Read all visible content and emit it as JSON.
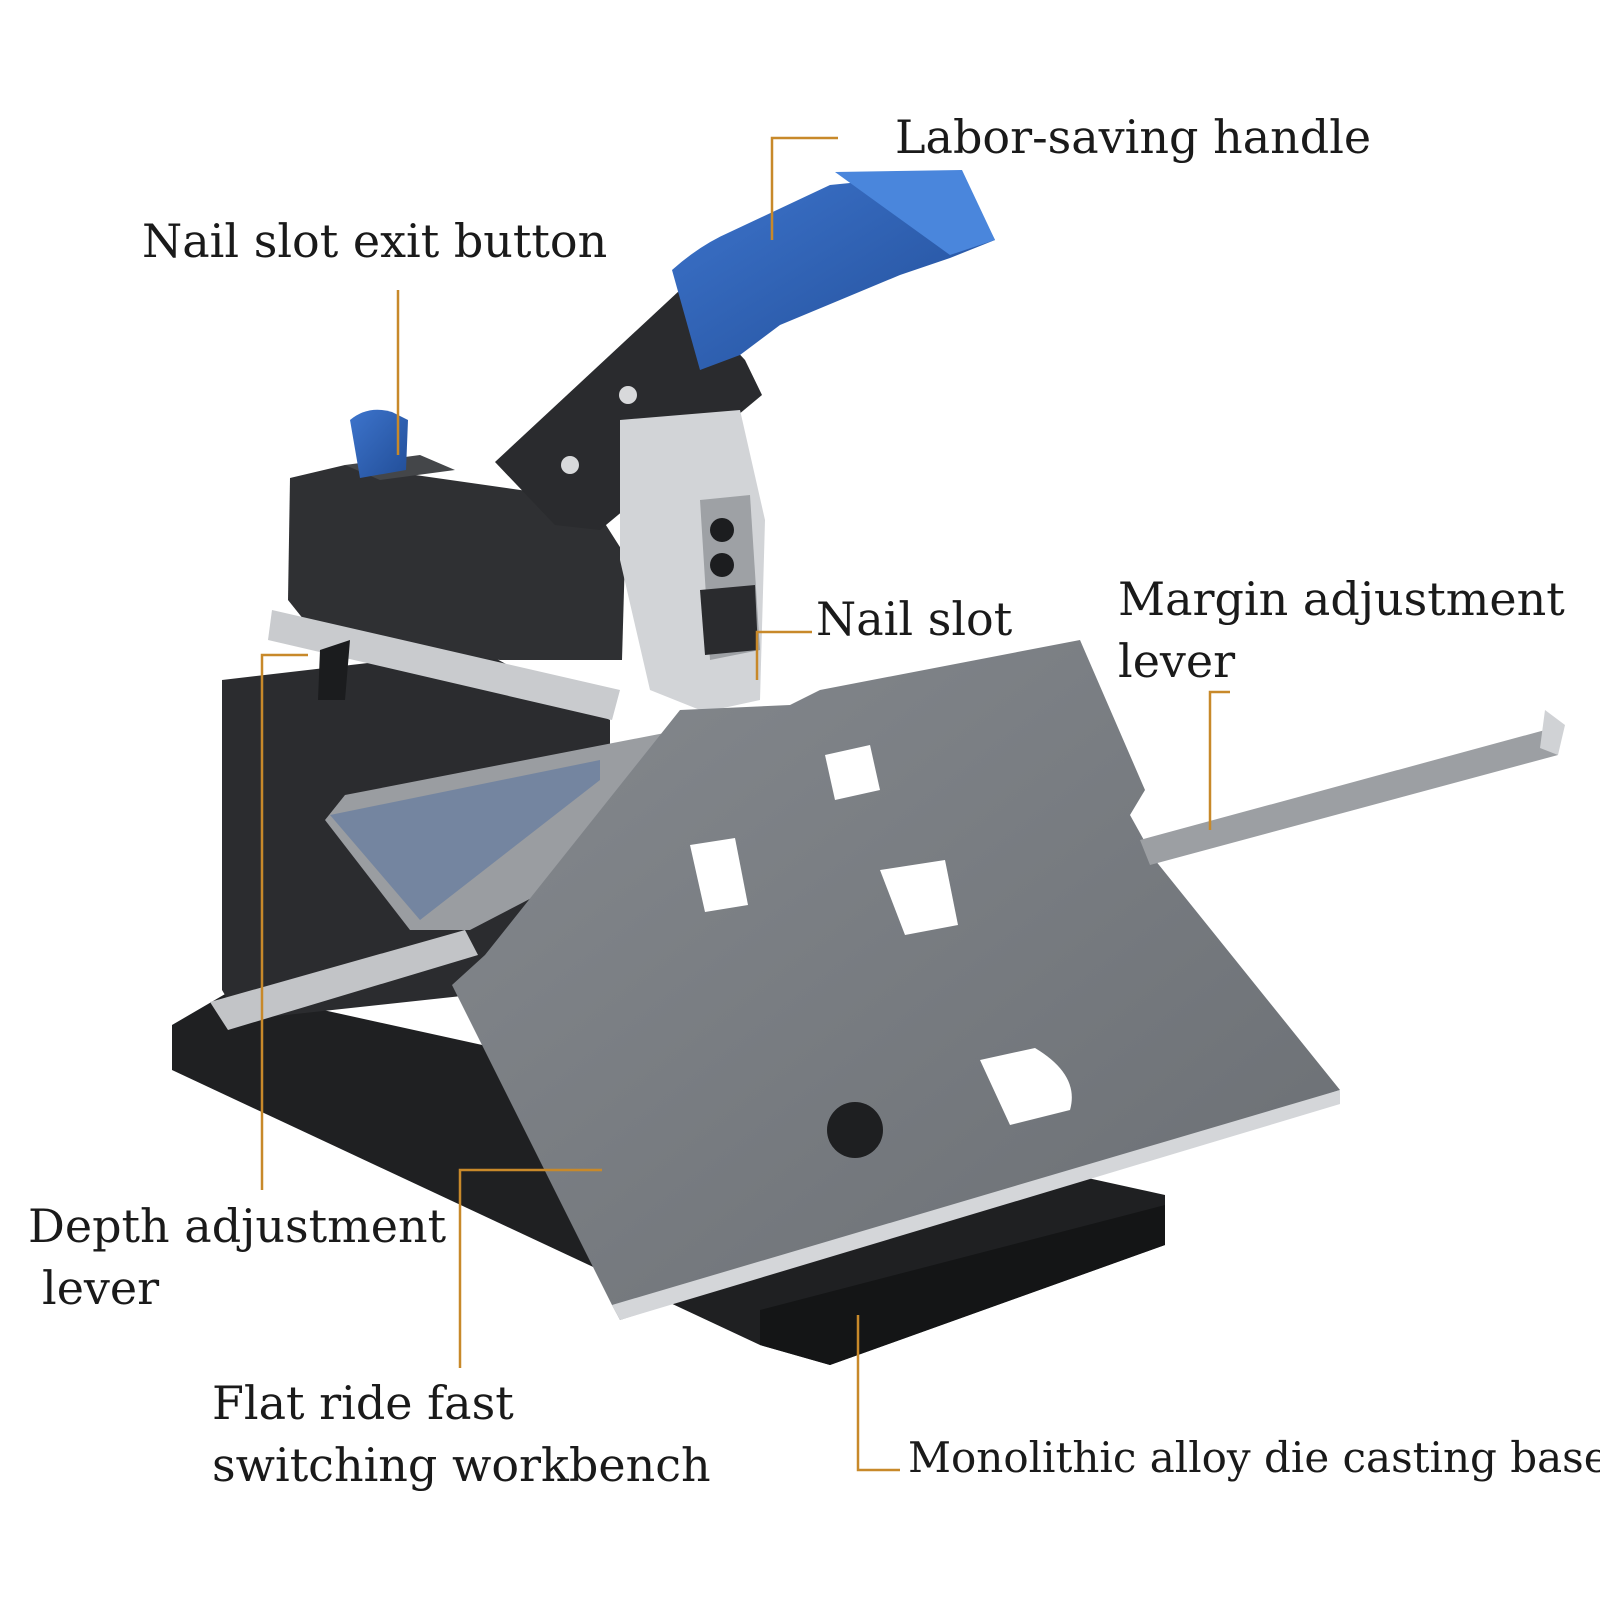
{
  "labels": {
    "handle": "Labor-saving handle",
    "exit_button": "Nail slot exit button",
    "nail_slot": "Nail slot",
    "margin_line1": "Margin adjustment",
    "margin_line2": "lever",
    "depth_line1": "Depth adjustment",
    "depth_line2": "lever",
    "bench_line1": "Flat ride fast",
    "bench_line2": "switching workbench",
    "base": "Monolithic alloy die casting base"
  },
  "colors": {
    "leader": "#c8892a",
    "body": "#2a2b2d",
    "handle_blue": "#2f62b8",
    "tray": "#777b80",
    "metal": "#c9cbce",
    "text": "#1a1a1a"
  },
  "icons": [
    "stapler-illustration"
  ]
}
